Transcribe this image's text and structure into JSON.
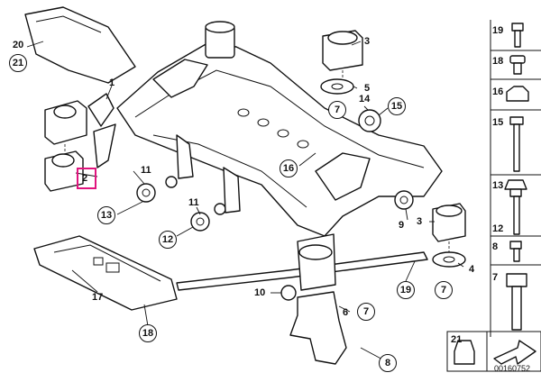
{
  "callouts": {
    "c20": "20",
    "c21": "21",
    "c1": "1",
    "c2": "2",
    "c11a": "11",
    "c11b": "11",
    "c13a": "13",
    "c12a": "12",
    "c17": "17",
    "c18": "18",
    "c10": "10",
    "c6": "6",
    "c7c": "7",
    "c8": "8",
    "c19a": "19",
    "c16a": "16",
    "c14": "14",
    "c15a": "15",
    "c3a": "3",
    "c5": "5",
    "c7a": "7",
    "c9": "9",
    "c3b": "3",
    "c4": "4",
    "c7b": "7"
  },
  "side_parts": {
    "p19": "19",
    "p18": "18",
    "p16": "16",
    "p15": "15",
    "p13": "13",
    "p12": "12",
    "p8": "8",
    "p7": "7",
    "p21": "21"
  },
  "doc_number": "00160752",
  "highlight_color": "#e0147e"
}
